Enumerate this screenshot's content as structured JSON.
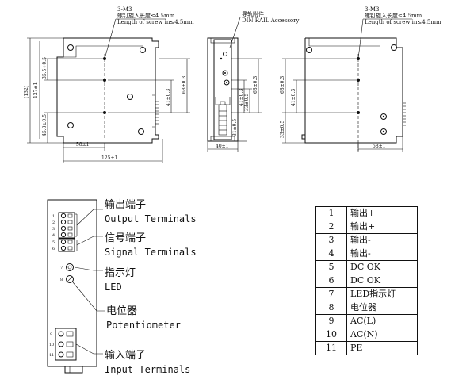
{
  "views": {
    "front": {
      "screw_label_1": "3-M3",
      "screw_label_2": "螺钉旋入长度≤4.5mm",
      "screw_label_3": "Length of screw in≤4.5mm",
      "dim_height_outer": "(132)",
      "dim_height": "127±1",
      "dim_top": "35.5+0.5",
      "dim_bottom": "45.8±0.5",
      "dim_width_inner": "58±1",
      "dim_width": "125±1",
      "dim_41": "41±0.3",
      "dim_68": "68±0.3"
    },
    "side": {
      "rail_label_1": "导轨附件",
      "rail_label_2": "DIN RAIL Accessory",
      "dim_41": "41±0.3",
      "dim_68": "68±0.3",
      "dim_33": "33±0.5",
      "dim_31": "31±0.5",
      "dim_40": "40±1"
    },
    "back": {
      "screw_label_1": "3-M3",
      "screw_label_2": "螺钉旋入长度≤4.5mm",
      "screw_label_3": "Length of screw in≤4.5mm",
      "dim_68": "68±0.3",
      "dim_41": "41±0.3",
      "dim_33": "33±0.5",
      "dim_58": "58±1"
    }
  },
  "terminal_diagram": {
    "pin_numbers": [
      "1",
      "2",
      "3",
      "4",
      "5",
      "6",
      "7",
      "8",
      "9",
      "10",
      "11"
    ],
    "callouts": [
      {
        "cn": "输出端子",
        "en": "Output Terminals"
      },
      {
        "cn": "信号端子",
        "en": "Signal Terminals"
      },
      {
        "cn": "指示灯",
        "en": "LED"
      },
      {
        "cn": "电位器",
        "en": "Potentiometer"
      },
      {
        "cn": "输入端子",
        "en": "Input Terminals"
      }
    ]
  },
  "pin_table": [
    {
      "no": "1",
      "desc": "输出+"
    },
    {
      "no": "2",
      "desc": "输出+"
    },
    {
      "no": "3",
      "desc": "输出-"
    },
    {
      "no": "4",
      "desc": "输出-"
    },
    {
      "no": "5",
      "desc": "DC OK"
    },
    {
      "no": "6",
      "desc": "DC OK"
    },
    {
      "no": "7",
      "desc": "LED指示灯"
    },
    {
      "no": "8",
      "desc": "电位器"
    },
    {
      "no": "9",
      "desc": "AC(L)"
    },
    {
      "no": "10",
      "desc": "AC(N)"
    },
    {
      "no": "11",
      "desc": "PE"
    }
  ]
}
